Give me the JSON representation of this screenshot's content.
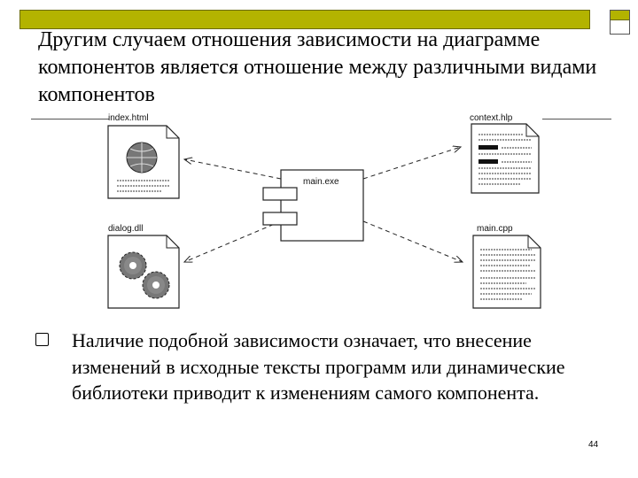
{
  "slide": {
    "title": "Другим случаем отношения зависимости на диаграмме компонентов является отношение между различными видами компонентов",
    "bullet_text": "Наличие подобной зависимости означает, что внесение изменений в исходные тексты программ или динамические библиотеки приводит к изменениям самого компонента.",
    "page_number": "44",
    "accent_color": "#b3b300"
  },
  "diagram": {
    "component": {
      "label": "main.exe",
      "icon": "component-icon"
    },
    "artifacts": [
      {
        "id": "index",
        "label": "index.html",
        "icon": "web-page-file-icon"
      },
      {
        "id": "context",
        "label": "context.hlp",
        "icon": "help-file-icon"
      },
      {
        "id": "dialog",
        "label": "dialog.dll",
        "icon": "gears-library-icon"
      },
      {
        "id": "maincpp",
        "label": "main.cpp",
        "icon": "source-file-icon"
      }
    ]
  }
}
